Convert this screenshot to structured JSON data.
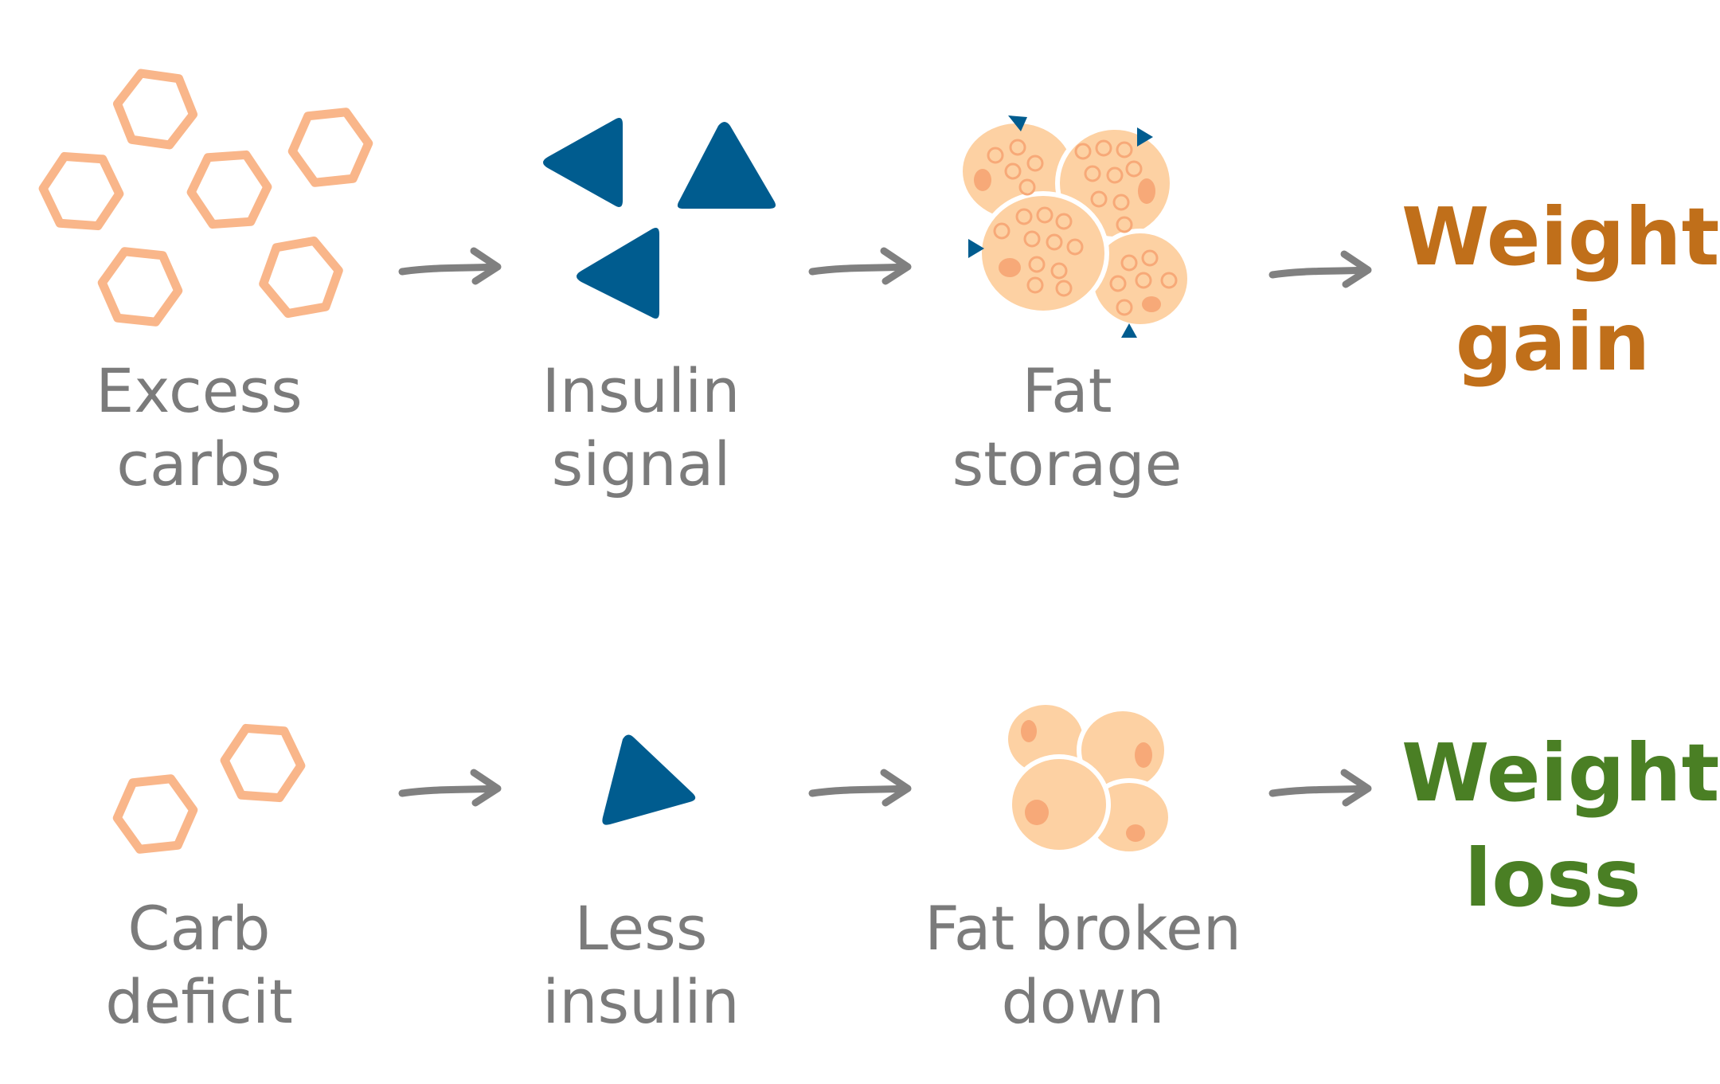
{
  "colors": {
    "text_gray": "#7b7b7b",
    "arrow_gray": "#808080",
    "carb_orange": "#f9b68a",
    "insulin_blue": "#005c8f",
    "fat_cell_fill": "#fdd1a3",
    "fat_cell_spot": "#f7a978",
    "weight_gain": "#c06f1a",
    "weight_loss": "#4a7f24"
  },
  "rows": [
    {
      "steps": [
        {
          "line1": "Excess",
          "line2": "carbs",
          "icon": "carb-hexagon-cluster-icon"
        },
        {
          "line1": "Insulin",
          "line2": "signal",
          "icon": "insulin-triangles-icon"
        },
        {
          "line1": "Fat",
          "line2": "storage",
          "icon": "fat-cells-storing-icon"
        }
      ],
      "result": {
        "line1": "Weight",
        "line2": "gain"
      }
    },
    {
      "steps": [
        {
          "line1": "Carb",
          "line2": "deficit",
          "icon": "carb-hexagon-pair-icon"
        },
        {
          "line1": "Less",
          "line2": "insulin",
          "icon": "insulin-single-triangle-icon"
        },
        {
          "line1": "Fat broken",
          "line2": "down",
          "icon": "fat-cells-shrinking-icon"
        }
      ],
      "result": {
        "line1": "Weight",
        "line2": "loss"
      }
    }
  ]
}
